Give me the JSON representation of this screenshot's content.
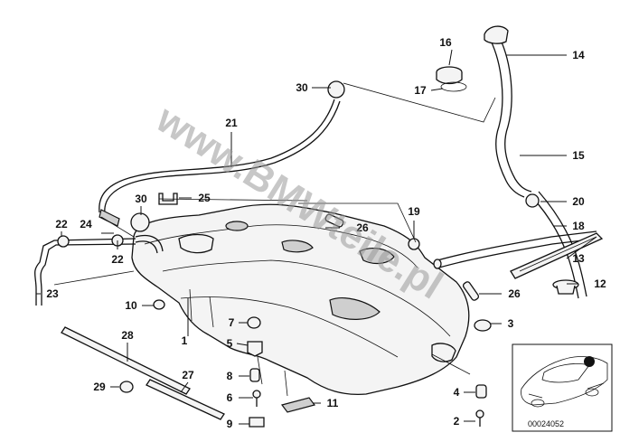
{
  "diagram": {
    "watermark": "www.BMWteile.pl",
    "drawing_code": "00024052",
    "callouts": [
      {
        "id": "c1",
        "label": "1"
      },
      {
        "id": "c2",
        "label": "2"
      },
      {
        "id": "c3",
        "label": "3"
      },
      {
        "id": "c4",
        "label": "4"
      },
      {
        "id": "c5",
        "label": "5"
      },
      {
        "id": "c6",
        "label": "6"
      },
      {
        "id": "c7",
        "label": "7"
      },
      {
        "id": "c8",
        "label": "8"
      },
      {
        "id": "c9",
        "label": "9"
      },
      {
        "id": "c10",
        "label": "10"
      },
      {
        "id": "c11",
        "label": "11"
      },
      {
        "id": "c12",
        "label": "12"
      },
      {
        "id": "c13",
        "label": "13"
      },
      {
        "id": "c14",
        "label": "14"
      },
      {
        "id": "c15",
        "label": "15"
      },
      {
        "id": "c16",
        "label": "16"
      },
      {
        "id": "c17",
        "label": "17"
      },
      {
        "id": "c18",
        "label": "18"
      },
      {
        "id": "c19",
        "label": "19"
      },
      {
        "id": "c20",
        "label": "20"
      },
      {
        "id": "c21",
        "label": "21"
      },
      {
        "id": "c22a",
        "label": "22"
      },
      {
        "id": "c22b",
        "label": "22"
      },
      {
        "id": "c23",
        "label": "23"
      },
      {
        "id": "c24",
        "label": "24"
      },
      {
        "id": "c25",
        "label": "25"
      },
      {
        "id": "c26a",
        "label": "26"
      },
      {
        "id": "c26b",
        "label": "26"
      },
      {
        "id": "c27",
        "label": "27"
      },
      {
        "id": "c28",
        "label": "28"
      },
      {
        "id": "c29",
        "label": "29"
      },
      {
        "id": "c30a",
        "label": "30"
      },
      {
        "id": "c30b",
        "label": "30"
      }
    ]
  }
}
